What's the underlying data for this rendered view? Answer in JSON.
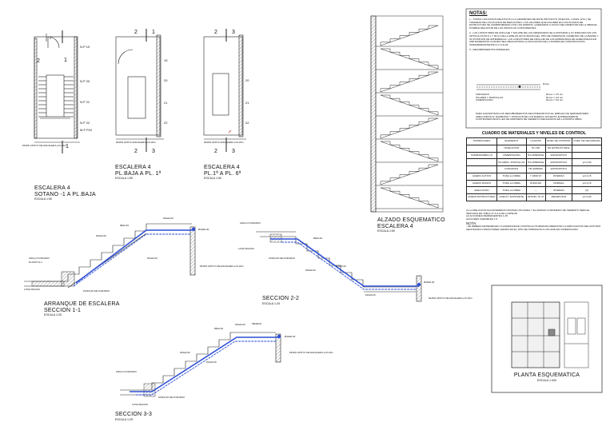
{
  "plan_views": [
    {
      "title": "ESCALERA 4",
      "subtitle": "SOTANO -1 A PL.BAJA",
      "scale": "ESCALA 1:50",
      "marks": [
        "2",
        "1",
        "2",
        "1"
      ],
      "levels": [
        "N.P 19",
        "N.P 20",
        "N.P 21",
        "N.P 22",
        "M.P P.M"
      ],
      "wall_note": "MURO APOYO DE ESCALERA e=0.20m"
    },
    {
      "title": "ESCALERA 4",
      "subtitle": "PL.BAJA A PL. 1ª",
      "scale": "ESCALA 1:50",
      "marks": [
        "2",
        "1",
        "2",
        "3"
      ],
      "levels": [
        "19",
        "20",
        "21",
        "22"
      ],
      "wall_note": "MURO APOYO ESCALERA e=0.20m"
    },
    {
      "title": "ESCALERA 4",
      "subtitle": "PL.1ª A PL. 6ª",
      "scale": "ESCALA 1:50",
      "marks": [
        "2",
        "3",
        "2",
        "3"
      ],
      "levels": [
        "20",
        "21",
        "22"
      ],
      "wall_note": "MURO APOYO ESCALERA e=0.20m"
    }
  ],
  "elevation": {
    "title": "ALZADO ESQUEMATICO",
    "subtitle": "ESCALERA 4",
    "scale": "ESCALA 1:50"
  },
  "notes": {
    "title": "NOTAS:",
    "items": [
      "1.- TODOS LOS DATOS RELATIVOS A LA GEOMETRIA DE ESTE PROYECTO (HUECOS, LUCES, ETC.) SE TOMARAN DE LOS PLANOS DE REPLANTEO. LOS VALORES QUE FIGUREN EN LOS PLANOS DE ESTRUCTURA SE COMPROBARAN CON LOS MISMOS, QUEDANDO A JUICIO DEL DIRECTOR DE LA OBRA EL POSIBLE REAJUSTE DE LAS ZONAS NO COINCIDENTES.",
      "2.- LAS LONGITUDES DE ANCLAJE Y SOLAPE DE LAS ARMADURAS SE AJUSTARAN A LO INDICADO EN LOS ARTICULOS 69.5.1 Y 69.5.2 DE LA EHE-08, EN FUNCION DEL TIPO DE HORMIGON, DIAMETRO DE LA BARRA Y SU POSICION DE ADHERENCIA. LAS LONGITUDES DE ANCLAJE DE LAS ARMADURAS DE ALMENTARAN EN 20Ø DIAMETROS CUANDO SEA OBLIGATORIA LA APLICACION DE LA NORMA DE CONSTRUCCION SISMORRESISTENTE N.C.S.R-02.",
      "3.- RECUBRIMIENTOS MINIMALES"
    ],
    "cover_rows": [
      {
        "label": "FORJADOS",
        "value": "Rnom = 2.5 cm."
      },
      {
        "label": "PILARES Y PANTALLAS",
        "value": "Rnom = 4.0 cm."
      },
      {
        "label": "CIMENTACION",
        "value": "Rnom = 5.0 cm."
      }
    ],
    "cover_sketch_label": "Rnom",
    "footer": "PARA GARANTIZAR LOS RECUBRIMIENTOS SEA PRESCRITIVO EL EMPLEO DE SEPARADORES ADECUADOS AL DIAMETRO Y POSICION DE LAS BARRAS, EXCEPTO EXPRESAMENTE CONTRAINDICADOS LEO DE MORTERO DE CEMENTO REALIZADOS EN LA PROPIA OBRA."
  },
  "materials": {
    "title": "CUADRO DE MATERIALES Y NIVELES DE CONTROL",
    "headers": [
      "HORMIGONES",
      "ELEMENTO",
      "CALIDAD",
      "NIVEL DE CONTROL",
      "COEF. DE SEGURIDAD"
    ],
    "rows": [
      [
        "",
        "NIVELACION",
        "HL-150",
        "NO ESTRUCTURAL",
        ""
      ],
      [
        "FORMADORES (1)",
        "CIMENTACION",
        "HA-25/B/20/IIa",
        "ESTADISTICO",
        ""
      ],
      [
        "",
        "PILARES / PANTALLAS",
        "HA-25/B/20/IIa",
        "ESTADISTICO",
        "γc=1,50"
      ],
      [
        "",
        "FORJADOS",
        "HP-25/B/20/I",
        "ESTADISTICO",
        ""
      ],
      [
        "ACERO ACTIVO",
        "TODA LA OBRA",
        "Y 1860 S7",
        "INTENSO",
        "γs=1,15"
      ],
      [
        "ACERO PASIVO",
        "TODA LA OBRA",
        "B-500-SD",
        "NORMAL",
        "γs=1,15"
      ],
      [
        "EJECUCION",
        "TODA LA OBRA",
        "---",
        "INTENSO",
        "(2)"
      ],
      [
        "ACERO ESTRUCTURAL",
        "NUEVO / EXISTENTE",
        "S275JR / St 37",
        "RECEPCION",
        "γs=1,00"
      ]
    ],
    "footnotes": [
      "(1) LA RELACION AGUA/CEMENTO MAXIMA UTILIZADA Y EL AMINAO CONTENIDO DE CEMENTO SERA EL INDICADO EN TABLA 37.3.2.a DE LA EHE-08",
      "(2) ACCIONES PERMANENTES 1,35",
      "    ACCIONES VARIABLES 1,5"
    ],
    "nota_title": "NOTA:",
    "nota_text": "- SE DEBERA DETERMINAR LA AGRESIVIDAD CONTRA EL HORMIGON MEDIANTE LA AMPLICACION DEL ESTUDIO GEOTECNICO PARA PODER VERIFICAR EL TIPO DE HORMIGON A UTILIZAR EN CIMENTACION."
  },
  "key_plan": {
    "title": "PLANTA ESQUEMATICA",
    "scale": "ESCALA 1:400"
  },
  "sections": [
    {
      "title": "ARRANQUE DE ESCALERA",
      "subtitle": "SECCION 1-1",
      "scale": "ESCALA 1:25"
    },
    {
      "title": "SECCION 2-2",
      "subtitle": "",
      "scale": "ESCALA 1:25"
    },
    {
      "title": "SECCION 3-3",
      "subtitle": "",
      "scale": "ESCALA 1:25"
    }
  ],
  "section_labels": {
    "rebar": [
      "#8ø0.20",
      "#10ø0.20",
      "#12ø0.20",
      "#16ø0.20",
      "Ø10ø0.20"
    ],
    "anillo": "ANILLO FORJADO",
    "planta": "PLANTA S-1",
    "losa": "LOSA MACIZA",
    "zuncho": "ZUNCHO DE FORJADO",
    "muro": "MURO APOYO DE ESCALERA e=0.20m",
    "meseta": "MESETA"
  },
  "colors": {
    "ink": "#111111",
    "rebar": "#2d4fd6",
    "hatch": "#555555"
  }
}
